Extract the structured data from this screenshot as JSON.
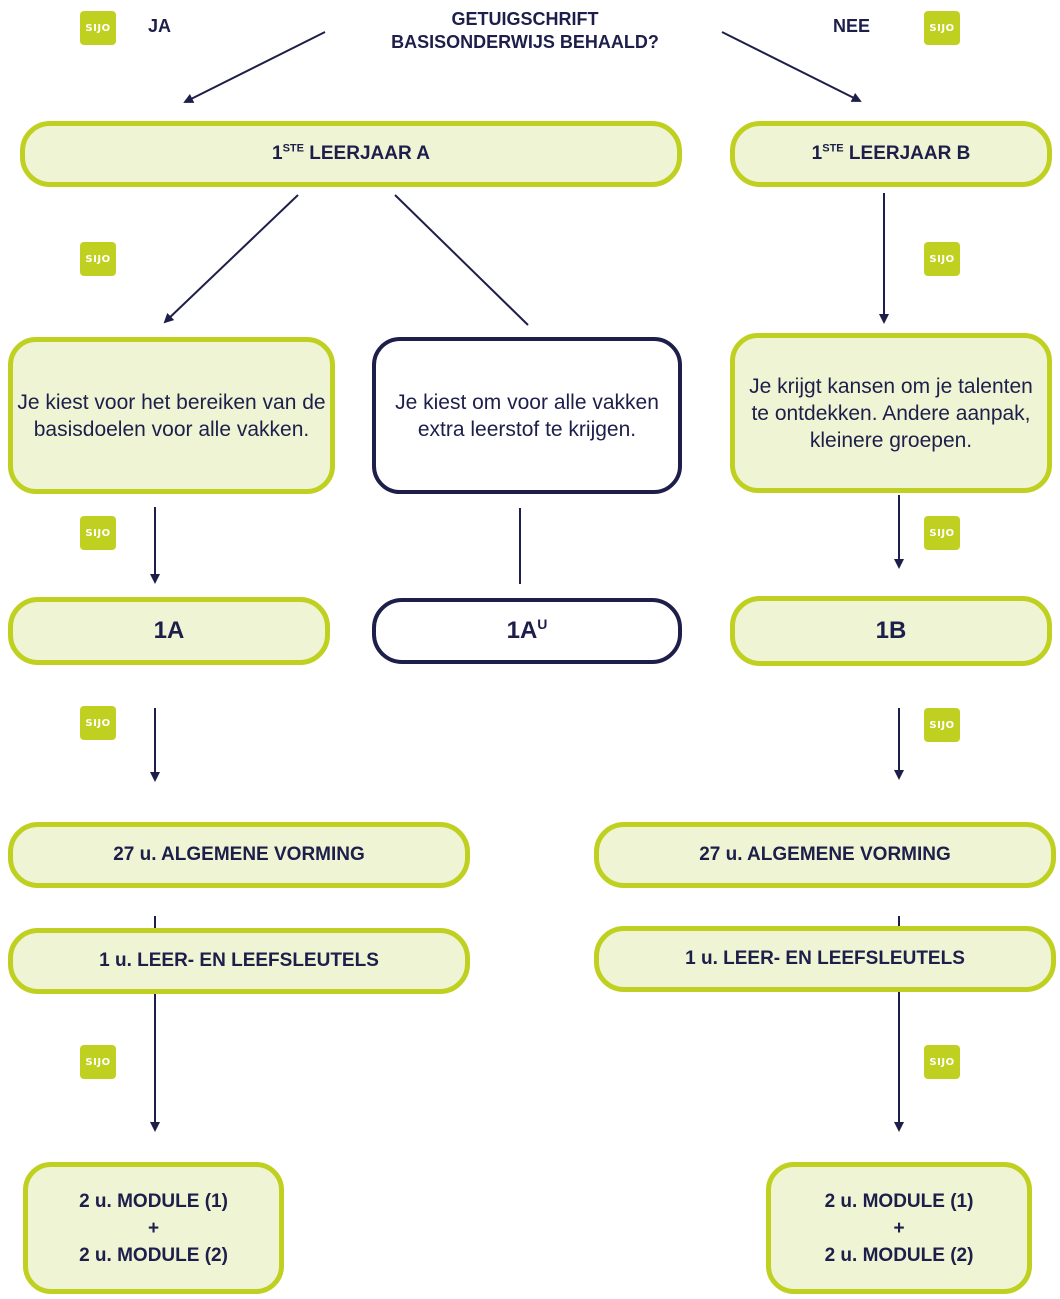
{
  "header": {
    "question_line1": "GETUIGSCHRIFT",
    "question_line2": "BASISONDERWIJS BEHAALD?",
    "yes": "JA",
    "no": "NEE"
  },
  "badge_text": "SIJO",
  "tracks": {
    "a": {
      "year_main": "1",
      "year_sup": "STE",
      "year_rest": " LEERJAAR A",
      "basic_desc": "Je kiest voor het bereiken van de basisdoelen voor alle vakken.",
      "extra_desc": "Je kiest om voor alle vakken extra leerstof te krijgen.",
      "class_basic": "1A",
      "class_extra_main": "1A",
      "class_extra_sup": "U",
      "general": "27 u. ALGEMENE VORMING",
      "keys": "1 u. LEER- EN LEEFSLEUTELS",
      "module1": "2 u. MODULE (1)",
      "plus": "+",
      "module2": "2 u. MODULE (2)"
    },
    "b": {
      "year_main": "1",
      "year_sup": "STE",
      "year_rest": " LEERJAAR B",
      "desc": "Je krijgt kansen om je talenten te ontdekken. Andere aanpak, kleinere groepen.",
      "class": "1B",
      "general": "27 u. ALGEMENE VORMING",
      "keys": "1 u. LEER- EN LEEFSLEUTELS",
      "module1": "2 u. MODULE (1)",
      "plus": "+",
      "module2": "2 u. MODULE (2)"
    }
  },
  "colors": {
    "accent_green": "#bfd020",
    "fill_green": "#eef4d4",
    "navy": "#1d1f4a"
  }
}
